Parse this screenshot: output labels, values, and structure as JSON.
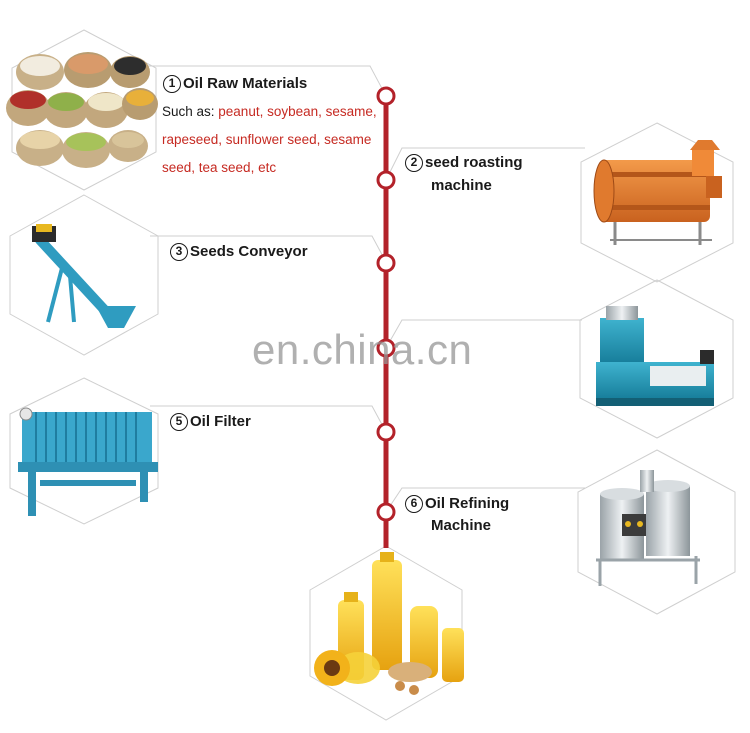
{
  "steps": [
    {
      "number": "1",
      "title": "Oil Raw Materials"
    },
    {
      "number": "2",
      "title_line1": "seed roasting",
      "title_line2": "machine"
    },
    {
      "number": "3",
      "title": "Seeds Conveyor"
    },
    {
      "number": "5",
      "title": "Oil Filter"
    },
    {
      "number": "6",
      "title_line1": "Oil Refining",
      "title_line2": "Machine"
    }
  ],
  "raw_materials": {
    "lead": "Such as: ",
    "items": "peanut, soybean, sesame, rapeseed, sunflower seed, sesame seed, tea seed, etc"
  },
  "watermark": "en.china.cn",
  "colors": {
    "timeline": "#b3222a",
    "node_ring": "#b3222a",
    "material_text": "#c62a22",
    "hex_border": "#cfcfcf"
  },
  "icons": [
    "grain-sacks-image",
    "roasting-machine-image",
    "screw-conveyor-image",
    "oil-press-image",
    "filter-press-image",
    "refining-machine-image",
    "oil-bottles-image"
  ]
}
